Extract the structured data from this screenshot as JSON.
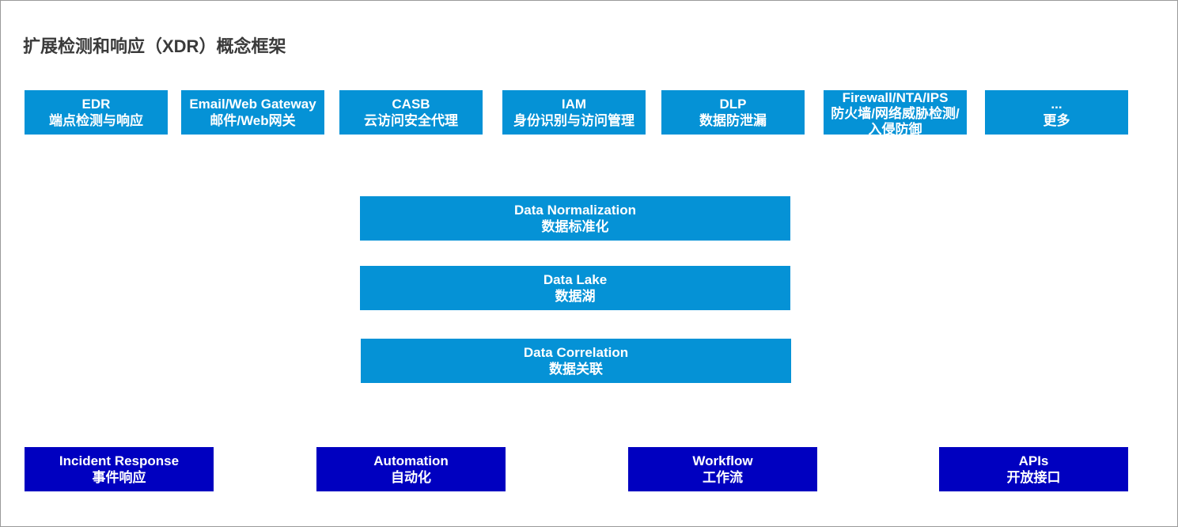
{
  "title": "扩展检测和响应（XDR）概念框架",
  "colors": {
    "source_box": "#0592d6",
    "capability_box": "#0000c0",
    "title_text": "#3a3a3a",
    "border": "#9a9a9a"
  },
  "sources": [
    {
      "line1": "EDR",
      "line2": "端点检测与响应",
      "line3": ""
    },
    {
      "line1": "Email/Web Gateway",
      "line2": "邮件/Web网关",
      "line3": ""
    },
    {
      "line1": "CASB",
      "line2": "云访问安全代理",
      "line3": ""
    },
    {
      "line1": "IAM",
      "line2": "身份识别与访问管理",
      "line3": ""
    },
    {
      "line1": "DLP",
      "line2": "数据防泄漏",
      "line3": ""
    },
    {
      "line1": "Firewall/NTA/IPS",
      "line2": "防火墙/网络威胁检测/",
      "line3": "入侵防御"
    },
    {
      "line1": "...",
      "line2": "更多",
      "line3": ""
    }
  ],
  "pipeline": [
    {
      "line1": "Data Normalization",
      "line2": "数据标准化"
    },
    {
      "line1": "Data Lake",
      "line2": "数据湖"
    },
    {
      "line1": "Data Correlation",
      "line2": "数据关联"
    }
  ],
  "capabilities": [
    {
      "line1": "Incident Response",
      "line2": "事件响应"
    },
    {
      "line1": "Automation",
      "line2": "自动化"
    },
    {
      "line1": "Workflow",
      "line2": "工作流"
    },
    {
      "line1": "APIs",
      "line2": "开放接口"
    }
  ]
}
